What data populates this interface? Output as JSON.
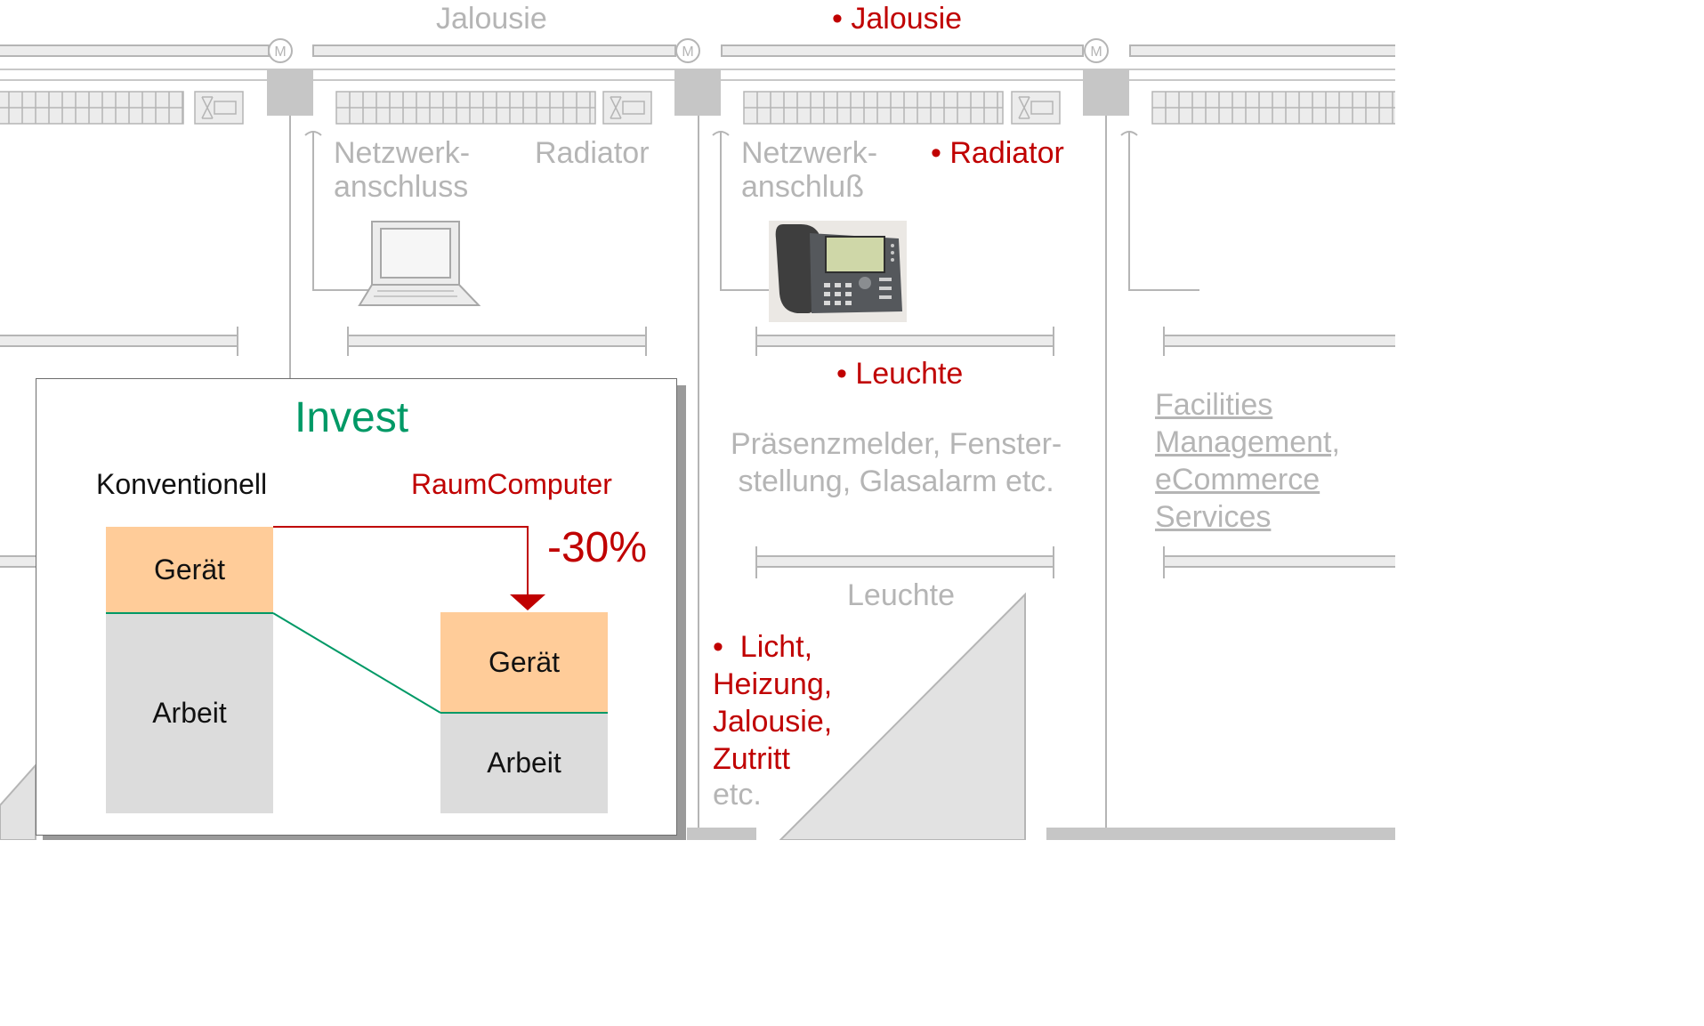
{
  "top_labels": {
    "left": "Jalousie",
    "right": "• Jalousie"
  },
  "motor_symbol": "M",
  "rooms": {
    "room2": {
      "network": "Netzwerk-\nanschluss",
      "radiator": "Radiator"
    },
    "room3": {
      "network": "Netzwerk-\nanschluß",
      "radiator": "• Radiator",
      "leuchte_red": "• Leuchte",
      "sensors": "Präsenzmelder, Fenster-\nstellung, Glasalarm etc.",
      "leuchte_gray": "Leuchte",
      "list_red": "•  Licht,\nHeizung,\nJalousie,\nZutritt",
      "list_gray": "etc."
    },
    "room4": {
      "services": [
        "Facilities",
        "Management,",
        "eCommerce",
        "Services"
      ]
    }
  },
  "invest": {
    "title": "Invest",
    "conventional_label": "Konventionell",
    "raumcomputer_label": "RaumComputer",
    "reduction": "-30%",
    "bars": [
      {
        "name": "Konventionell",
        "geraet_label": "Gerät",
        "arbeit_label": "Arbeit"
      },
      {
        "name": "RaumComputer",
        "geraet_label": "Gerät",
        "arbeit_label": "Arbeit"
      }
    ]
  },
  "colors": {
    "accent_red": "#c00000",
    "invest_green": "#009966",
    "geraet_orange": "#ffcc99",
    "arbeit_gray": "#dcdcdc",
    "line_gray": "#b5b5b5"
  }
}
